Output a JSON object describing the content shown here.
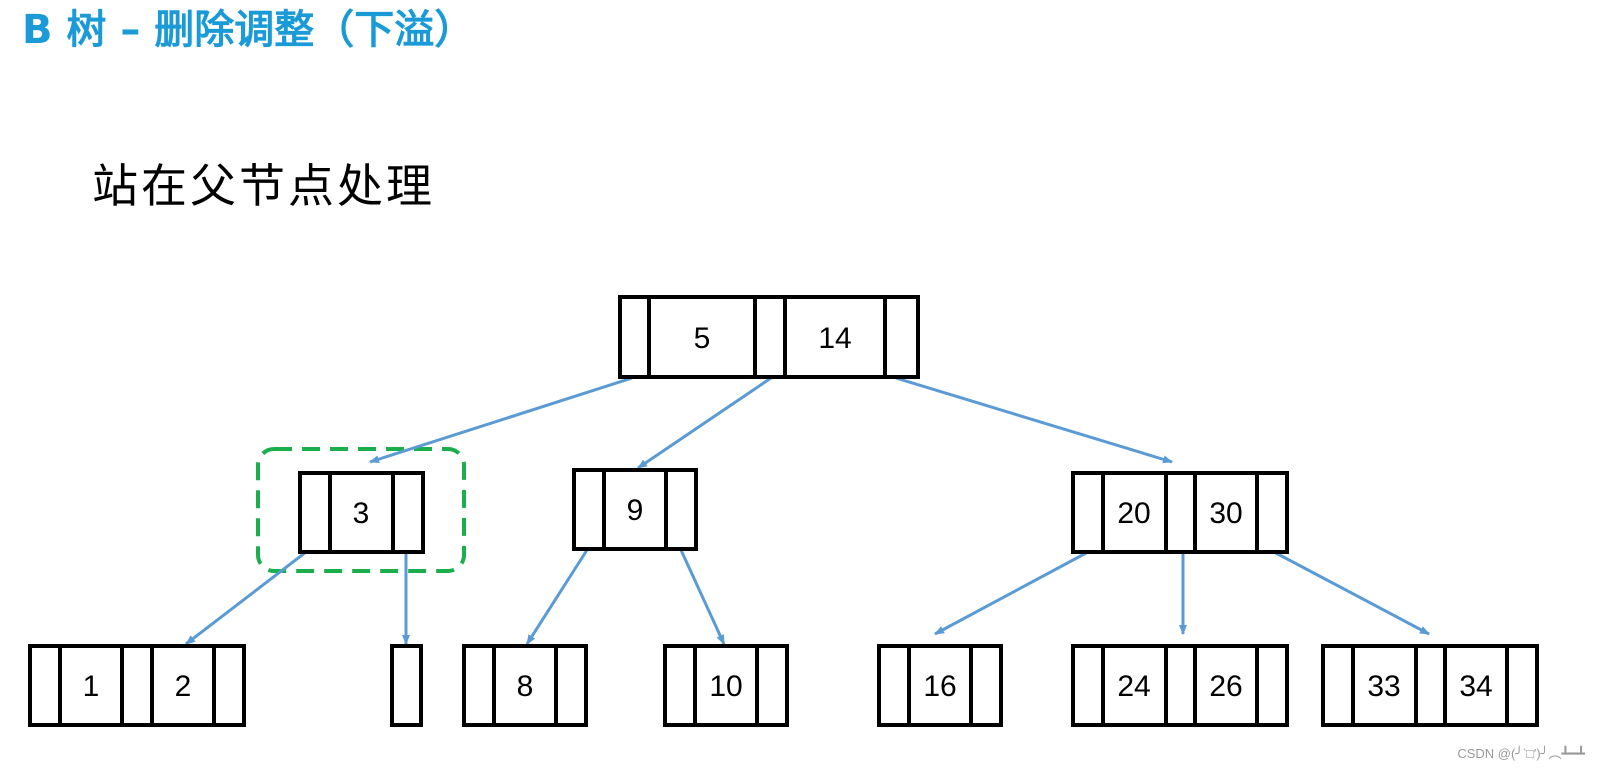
{
  "header": {
    "title": "B 树 – 删除调整（下溢）"
  },
  "subtitle": "站在父节点处理",
  "tree": {
    "colors": {
      "node_border": "#000000",
      "edge": "#5b9bd5",
      "highlight": "#1aaf4b"
    },
    "root_keys": [
      "5",
      "14"
    ],
    "level1": [
      {
        "id": "n3",
        "keys": [
          "3"
        ],
        "highlighted": true
      },
      {
        "id": "n9",
        "keys": [
          "9"
        ]
      },
      {
        "id": "n2030",
        "keys": [
          "20",
          "30"
        ]
      }
    ],
    "leaves": [
      {
        "id": "l12",
        "keys": [
          "1",
          "2"
        ]
      },
      {
        "id": "lempty",
        "keys": []
      },
      {
        "id": "l8",
        "keys": [
          "8"
        ]
      },
      {
        "id": "l10",
        "keys": [
          "10"
        ]
      },
      {
        "id": "l16",
        "keys": [
          "16"
        ]
      },
      {
        "id": "l2426",
        "keys": [
          "24",
          "26"
        ]
      },
      {
        "id": "l3334",
        "keys": [
          "33",
          "34"
        ]
      }
    ]
  },
  "watermark": "CSDN @(╯‵□′)╯︵┻━┻"
}
